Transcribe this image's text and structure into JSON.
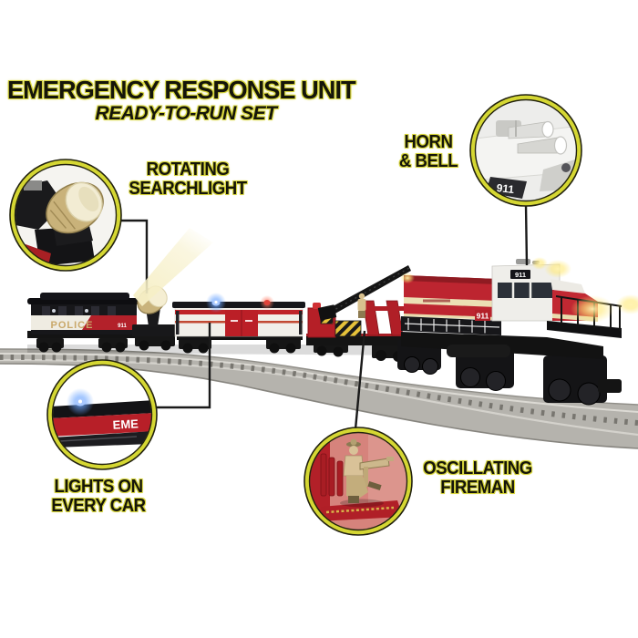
{
  "header": {
    "title": "EMERGENCY RESPONSE UNIT",
    "subtitle": "READY-TO-RUN SET"
  },
  "callouts": {
    "searchlight": {
      "line1": "ROTATING",
      "line2": "SEARCHLIGHT"
    },
    "horn_bell": {
      "line1": "HORN",
      "line2": "& BELL"
    },
    "lights": {
      "line1": "LIGHTS ON",
      "line2": "EVERY CAR"
    },
    "fireman": {
      "line1": "OSCILLATING",
      "line2": "FIREMAN"
    }
  },
  "train": {
    "police_car": {
      "label": "POLICE",
      "number": "911"
    },
    "locomotive": {
      "side_number": "911",
      "cab_number": "911"
    },
    "closeups": {
      "horn_number": "911",
      "emergency_text": "EME"
    }
  },
  "colors": {
    "accent_yellow": "#d6d43a",
    "train_red": "#bd2430",
    "ink": "#15150a",
    "track_gray": "#b5b3ad"
  }
}
